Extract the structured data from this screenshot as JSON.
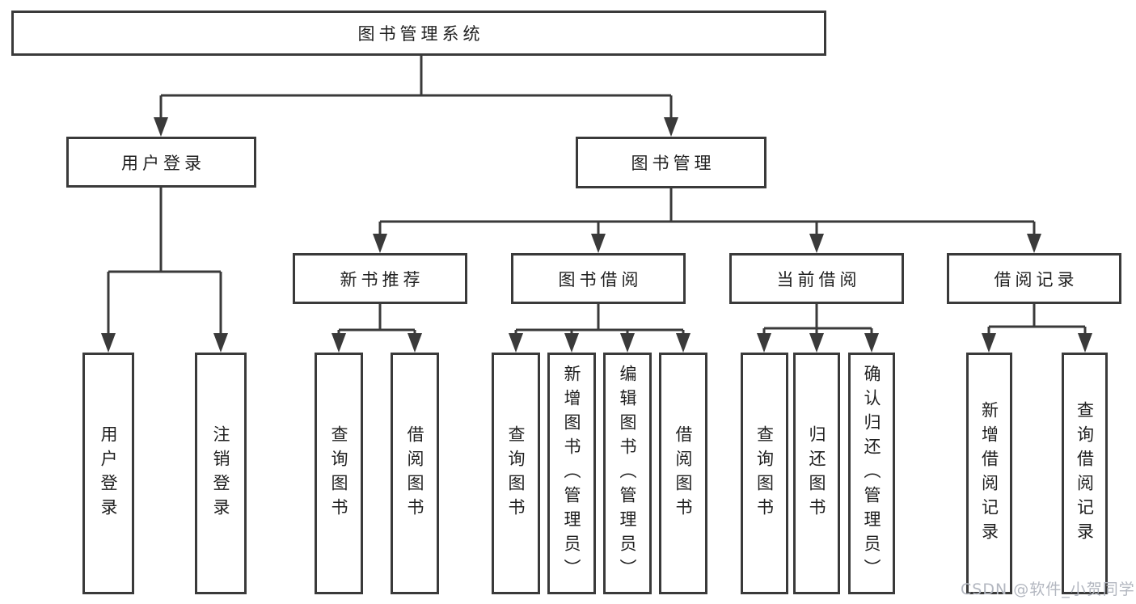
{
  "diagram": {
    "type": "hierarchy-tree",
    "watermark": "CSDN @软件_小贺同学",
    "colors": {
      "line": "#3a3a3a",
      "box_border": "#3a3a3a",
      "text": "#1f1f1f",
      "watermark": "#b3b7c0",
      "background": "#ffffff"
    },
    "tree": {
      "label": "图书管理系统",
      "children": [
        {
          "label": "用户登录",
          "children": [
            {
              "label": "用户登录"
            },
            {
              "label": "注销登录"
            }
          ]
        },
        {
          "label": "图书管理",
          "children": [
            {
              "label": "新书推荐",
              "children": [
                {
                  "label": "查询图书"
                },
                {
                  "label": "借阅图书"
                }
              ]
            },
            {
              "label": "图书借阅",
              "children": [
                {
                  "label": "查询图书"
                },
                {
                  "label": "新增图书（管理员）"
                },
                {
                  "label": "编辑图书（管理员）"
                },
                {
                  "label": "借阅图书"
                }
              ]
            },
            {
              "label": "当前借阅",
              "children": [
                {
                  "label": "查询图书"
                },
                {
                  "label": "归还图书"
                },
                {
                  "label": "确认归还（管理员）"
                }
              ]
            },
            {
              "label": "借阅记录",
              "children": [
                {
                  "label": "新增借阅记录"
                },
                {
                  "label": "查询借阅记录"
                }
              ]
            }
          ]
        }
      ]
    }
  }
}
